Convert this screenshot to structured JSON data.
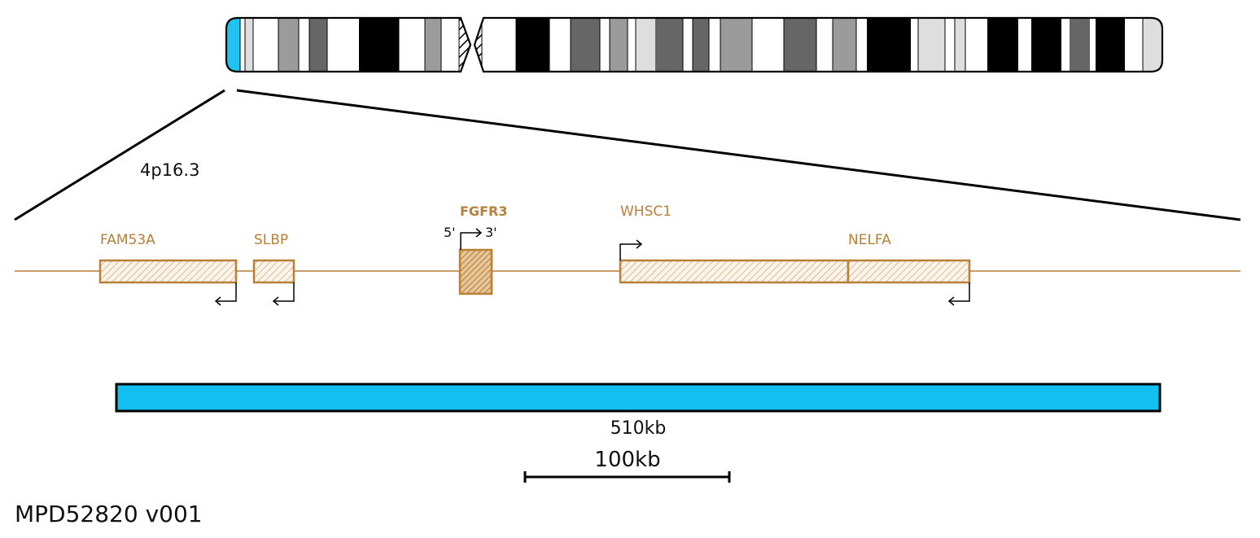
{
  "band_label": "4p16.3",
  "genes": {
    "fam53a": "FAM53A",
    "slbp": "SLBP",
    "fgfr3": "FGFR3",
    "whsc1": "WHSC1",
    "nelfa": "NELFA"
  },
  "fgfr3_ends": {
    "five": "5'",
    "three": "3'"
  },
  "probe": {
    "label": "510kb",
    "color": "#13bff0"
  },
  "scale_bar": {
    "label": "100kb"
  },
  "footer": "MPD52820 v001",
  "colors": {
    "gene": "#b77f38",
    "highlight": "#20c2ef"
  }
}
